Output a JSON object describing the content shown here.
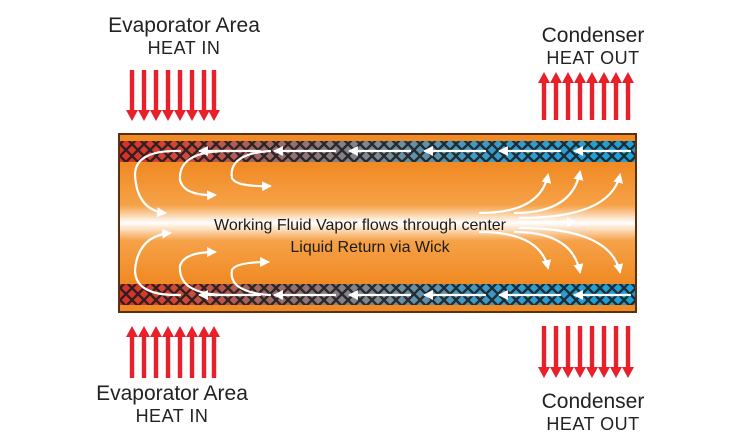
{
  "labels": {
    "top_left": {
      "line1": "Evaporator Area",
      "line2": "HEAT IN"
    },
    "top_right": {
      "line1": "Condenser",
      "line2": "HEAT OUT"
    },
    "bottom_left": {
      "line1": "Evaporator Area",
      "line2": "HEAT IN"
    },
    "bottom_right": {
      "line1": "Condenser",
      "line2": "HEAT OUT"
    }
  },
  "center": {
    "vapor_text": "Working Fluid Vapor flows through center",
    "liquid_text": "Liquid Return via Wick"
  },
  "colors": {
    "heat_arrow": "#e8202a",
    "tube_orange": "#f08a24",
    "tube_border": "#5a3010",
    "wick_hot": "#d8302a",
    "wick_mid": "#7a8a96",
    "wick_cold": "#1aa0d8",
    "flow_arrow": "#ffffff"
  },
  "icons": [
    "heat-in-arrow-icon",
    "heat-out-arrow-icon",
    "flow-arrow-icon"
  ]
}
